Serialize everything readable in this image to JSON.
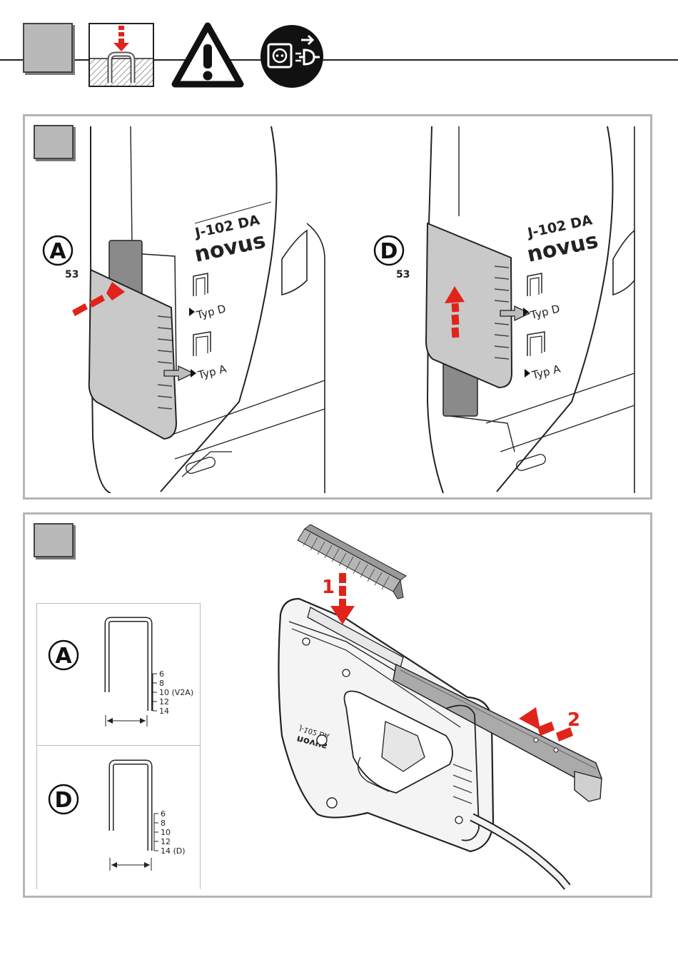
{
  "header": {
    "icons": [
      "staple-into-material-icon",
      "warning-icon",
      "unplug-mains-icon"
    ]
  },
  "panel_b": {
    "left": {
      "letter": "A",
      "code": "53",
      "model": "J-102 DA",
      "brand": "novus",
      "type_top": "Typ D",
      "type_bottom": "Typ A"
    },
    "right": {
      "letter": "D",
      "code": "53",
      "model": "J-102 DA",
      "brand": "novus",
      "type_top": "Typ D",
      "type_bottom": "Typ A"
    }
  },
  "panel_c": {
    "staple_a": {
      "letter": "A",
      "sizes": [
        "6",
        "8",
        "10 (V2A)",
        "12",
        "14"
      ]
    },
    "staple_d": {
      "letter": "D",
      "sizes": [
        "6",
        "8",
        "10",
        "12",
        "14 (D)"
      ]
    },
    "step1": "1",
    "step2": "2",
    "mirrored_model": "J-102 DA",
    "mirrored_brand": "novus"
  },
  "colors": {
    "arrow_red": "#e0241b",
    "panel_border": "#b5b5b5",
    "box_gray": "#b9b9b9"
  }
}
